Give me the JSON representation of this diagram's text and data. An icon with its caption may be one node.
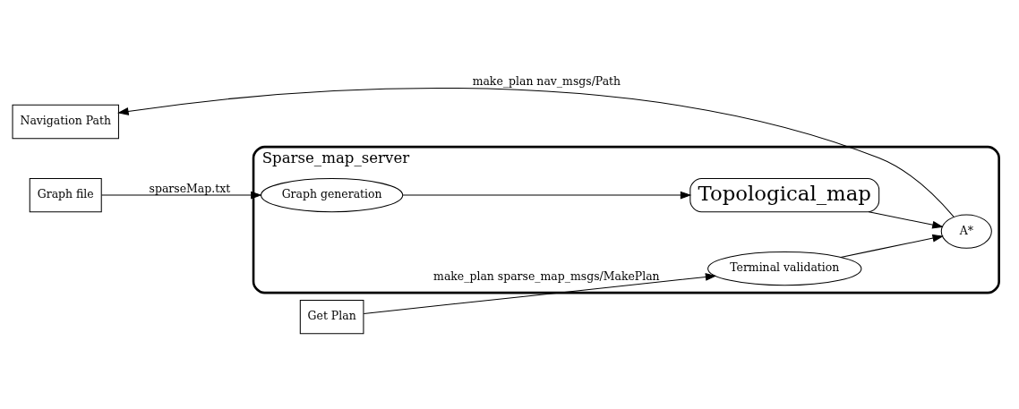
{
  "diagram": {
    "nodes": [
      {
        "text": [
          "Sparse_map_server"
        ]
      },
      {
        "text": [
          "Graph file"
        ]
      },
      {
        "text": [
          "Graph generation"
        ],
        "in": 0
      },
      {
        "text": [
          "Topological_map"
        ],
        "in": 0
      },
      {
        "text": [
          "Get Plan"
        ]
      },
      {
        "text": [
          "Terminal validation"
        ],
        "in": 0
      },
      {
        "text": [
          "A*"
        ],
        "in": 0
      },
      {
        "text": [
          "Navigation Path"
        ]
      }
    ],
    "edges": [
      {
        "from": 1,
        "to": 2,
        "arrow": "to",
        "label": "sparseMap.txt"
      },
      {
        "from": 2,
        "to": 3,
        "arrow": "to"
      },
      {
        "from": 3,
        "to": 6,
        "arrow": "to"
      },
      {
        "from": 4,
        "to": 5,
        "arrow": "to",
        "label": "make_plan sparse_map_msgs/MakePlan"
      },
      {
        "from": 5,
        "to": 6,
        "arrow": "to"
      },
      {
        "from": 6,
        "to": 7,
        "arrow": "to",
        "label": "make_plan nav_msgs/Path"
      }
    ]
  }
}
